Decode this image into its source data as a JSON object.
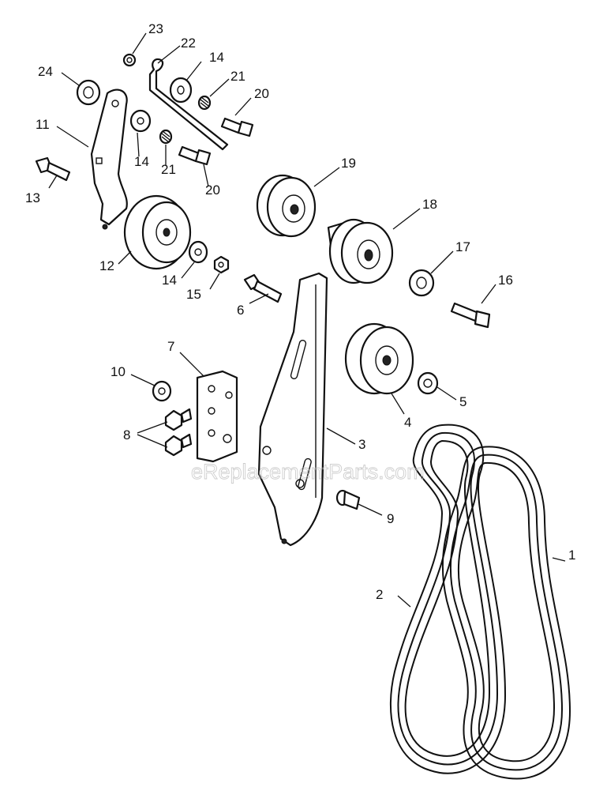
{
  "watermark": "eReplacementParts.com",
  "callouts": [
    {
      "id": "1",
      "text": "1"
    },
    {
      "id": "2",
      "text": "2"
    },
    {
      "id": "3",
      "text": "3"
    },
    {
      "id": "4",
      "text": "4"
    },
    {
      "id": "5",
      "text": "5"
    },
    {
      "id": "6",
      "text": "6"
    },
    {
      "id": "7",
      "text": "7"
    },
    {
      "id": "8",
      "text": "8"
    },
    {
      "id": "9",
      "text": "9"
    },
    {
      "id": "10",
      "text": "10"
    },
    {
      "id": "11",
      "text": "11"
    },
    {
      "id": "12",
      "text": "12"
    },
    {
      "id": "13",
      "text": "13"
    },
    {
      "id": "14a",
      "text": "14"
    },
    {
      "id": "14b",
      "text": "14"
    },
    {
      "id": "14c",
      "text": "14"
    },
    {
      "id": "15",
      "text": "15"
    },
    {
      "id": "16",
      "text": "16"
    },
    {
      "id": "17",
      "text": "17"
    },
    {
      "id": "18",
      "text": "18"
    },
    {
      "id": "19",
      "text": "19"
    },
    {
      "id": "20a",
      "text": "20"
    },
    {
      "id": "20b",
      "text": "20"
    },
    {
      "id": "21a",
      "text": "21"
    },
    {
      "id": "21b",
      "text": "21"
    },
    {
      "id": "22",
      "text": "22"
    },
    {
      "id": "23",
      "text": "23"
    },
    {
      "id": "24",
      "text": "24"
    }
  ]
}
